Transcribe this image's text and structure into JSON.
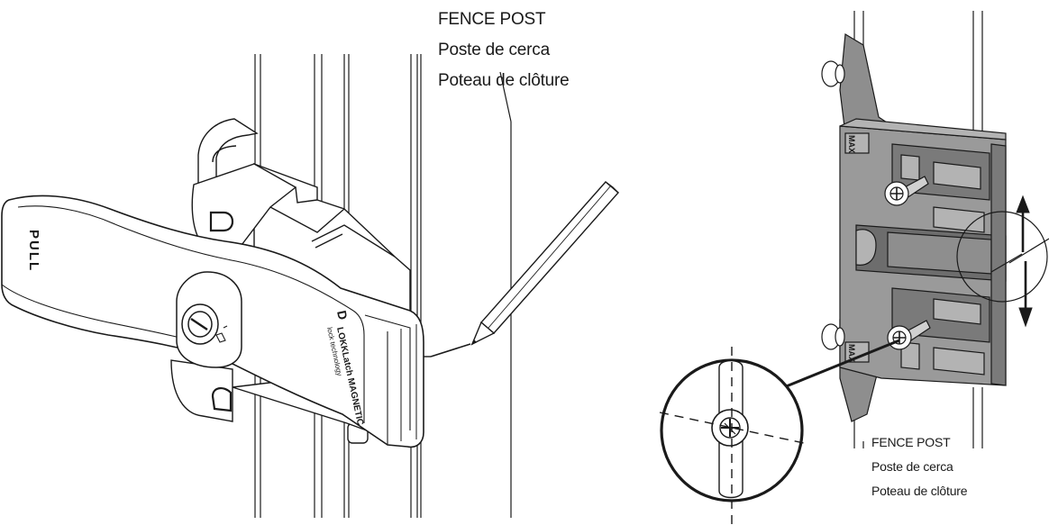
{
  "labels": {
    "top": {
      "en": "FENCE POST",
      "es": "Poste de cerca",
      "fr": "Poteau de clôture"
    },
    "bottom": {
      "en": "FENCE POST",
      "es": "Poste de cerca",
      "fr": "Poteau de clôture"
    }
  },
  "latch": {
    "pull_text": "PULL",
    "brand_text": "LOKKLatch MAGNETIC",
    "tagline_text": "lock technology",
    "d_mark": "D"
  },
  "bracket": {
    "max_text": "MAX"
  },
  "colors": {
    "line": "#1a1a1a",
    "latch_fill": "#ffffff",
    "bracket_fill": "#8e8e8e",
    "bracket_light": "#b3b3b3",
    "bracket_dark": "#6d6d6d"
  }
}
